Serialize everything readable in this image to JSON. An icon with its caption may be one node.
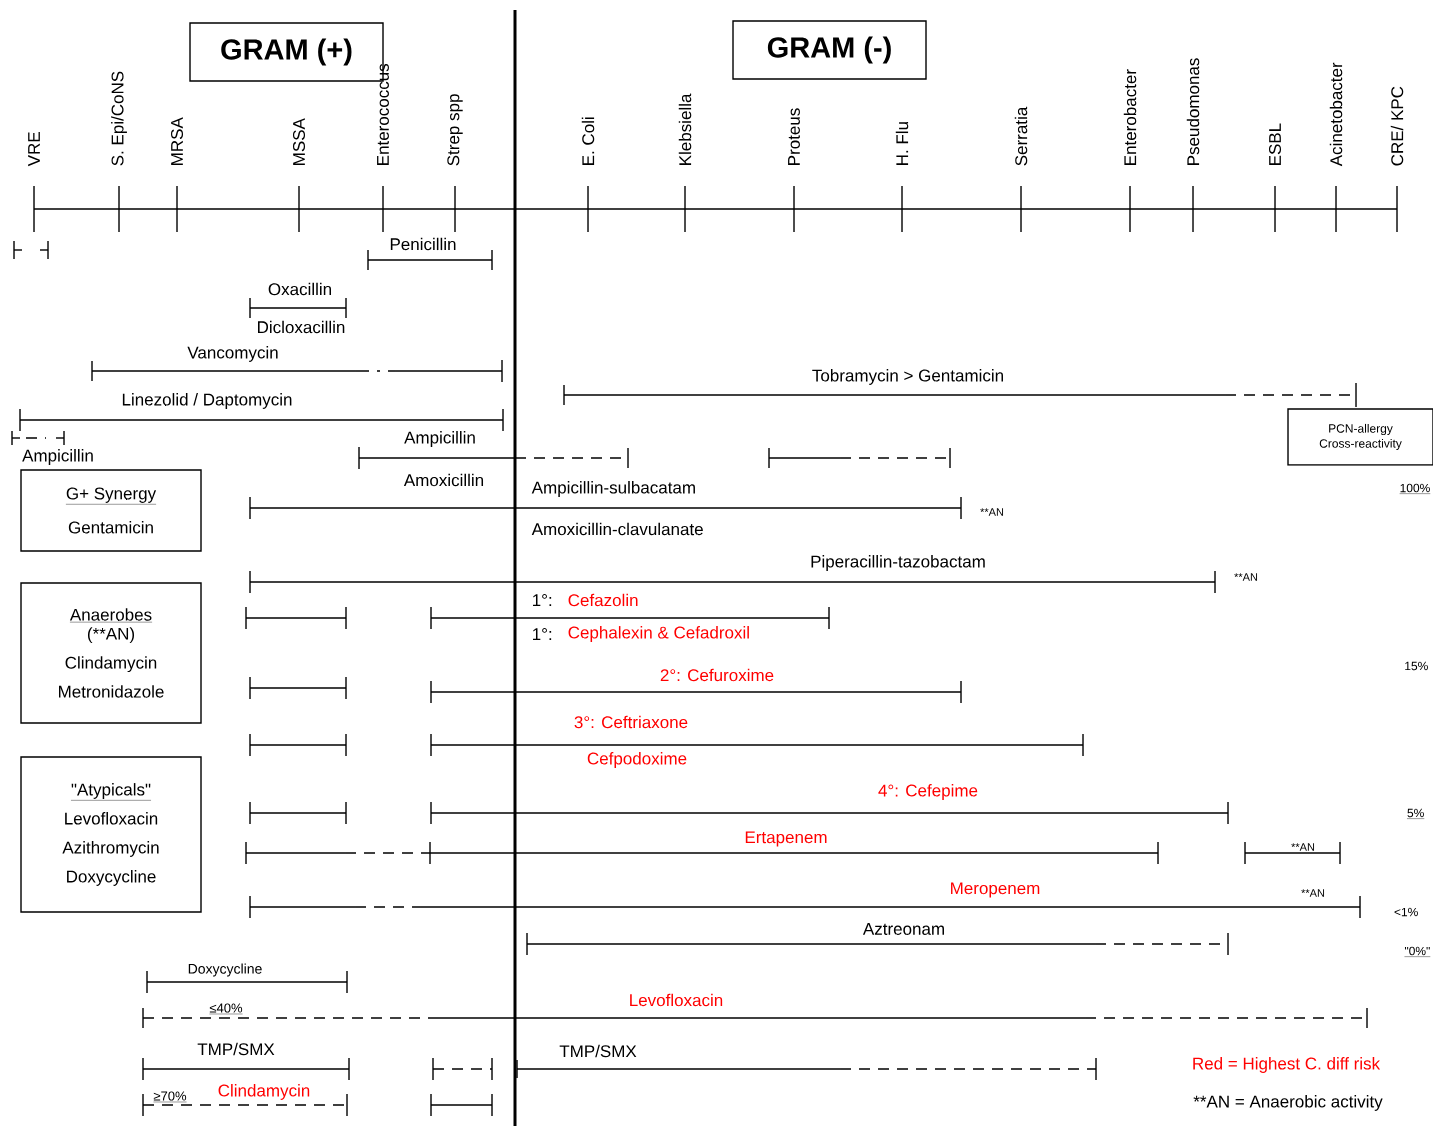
{
  "diagram": {
    "nodes": [
      {
        "text": [
          "GRAM (+)"
        ]
      },
      {
        "text": [
          "GRAM (-)"
        ]
      },
      {
        "text": [
          "G+ Synergy",
          "Gentamicin"
        ]
      },
      {
        "text": [
          "Anaerobes",
          "(**AN)",
          "Clindamycin",
          "Metronidazole"
        ]
      },
      {
        "text": [
          "\"Atypicals\"",
          "Levofloxacin",
          "Azithromycin",
          "Doxycycline"
        ]
      },
      {
        "text": [
          "PCN-allergy Cross-reactivity"
        ]
      }
    ],
    "labels": [
      "VRE",
      "S. Epi/CoNS",
      "MRSA",
      "MSSA",
      "Enterococcus",
      "Strep spp",
      "E. Coli",
      "Klebsiella",
      "Proteus",
      "H. Flu",
      "Serratia",
      "Enterobacter",
      "Pseudomonas",
      "ESBL",
      "Acinetobacter",
      "CRE/ KPC",
      "Penicillin",
      "Oxacillin",
      "Dicloxacillin",
      "Vancomycin",
      "Tobramycin > Gentamicin",
      "Linezolid / Daptomycin",
      "Ampicillin",
      "Ampicillin",
      "Amoxicillin",
      "Ampicillin-sulbacatam",
      "100%",
      "**AN",
      "Amoxicillin-clavulanate",
      "Piperacillin-tazobactam",
      "**AN",
      "1°:",
      "Cefazolin",
      "1°:",
      "Cephalexin & Cefadroxil",
      "2°: Cefuroxime",
      "15%",
      "3°: Ceftriaxone",
      "Cefpodoxime",
      "4°: Cefepime",
      "5%",
      "Ertapenem",
      "**AN",
      "Meropenem",
      "**AN",
      "<1%",
      "Aztreonam",
      "\"0%\"",
      "Doxycycline",
      "Levofloxacin",
      "≤40%",
      "TMP/SMX",
      "TMP/SMX",
      "Red = Highest C. diff risk",
      "Clindamycin",
      "≥70%",
      "**AN = Anaerobic activity"
    ]
  }
}
